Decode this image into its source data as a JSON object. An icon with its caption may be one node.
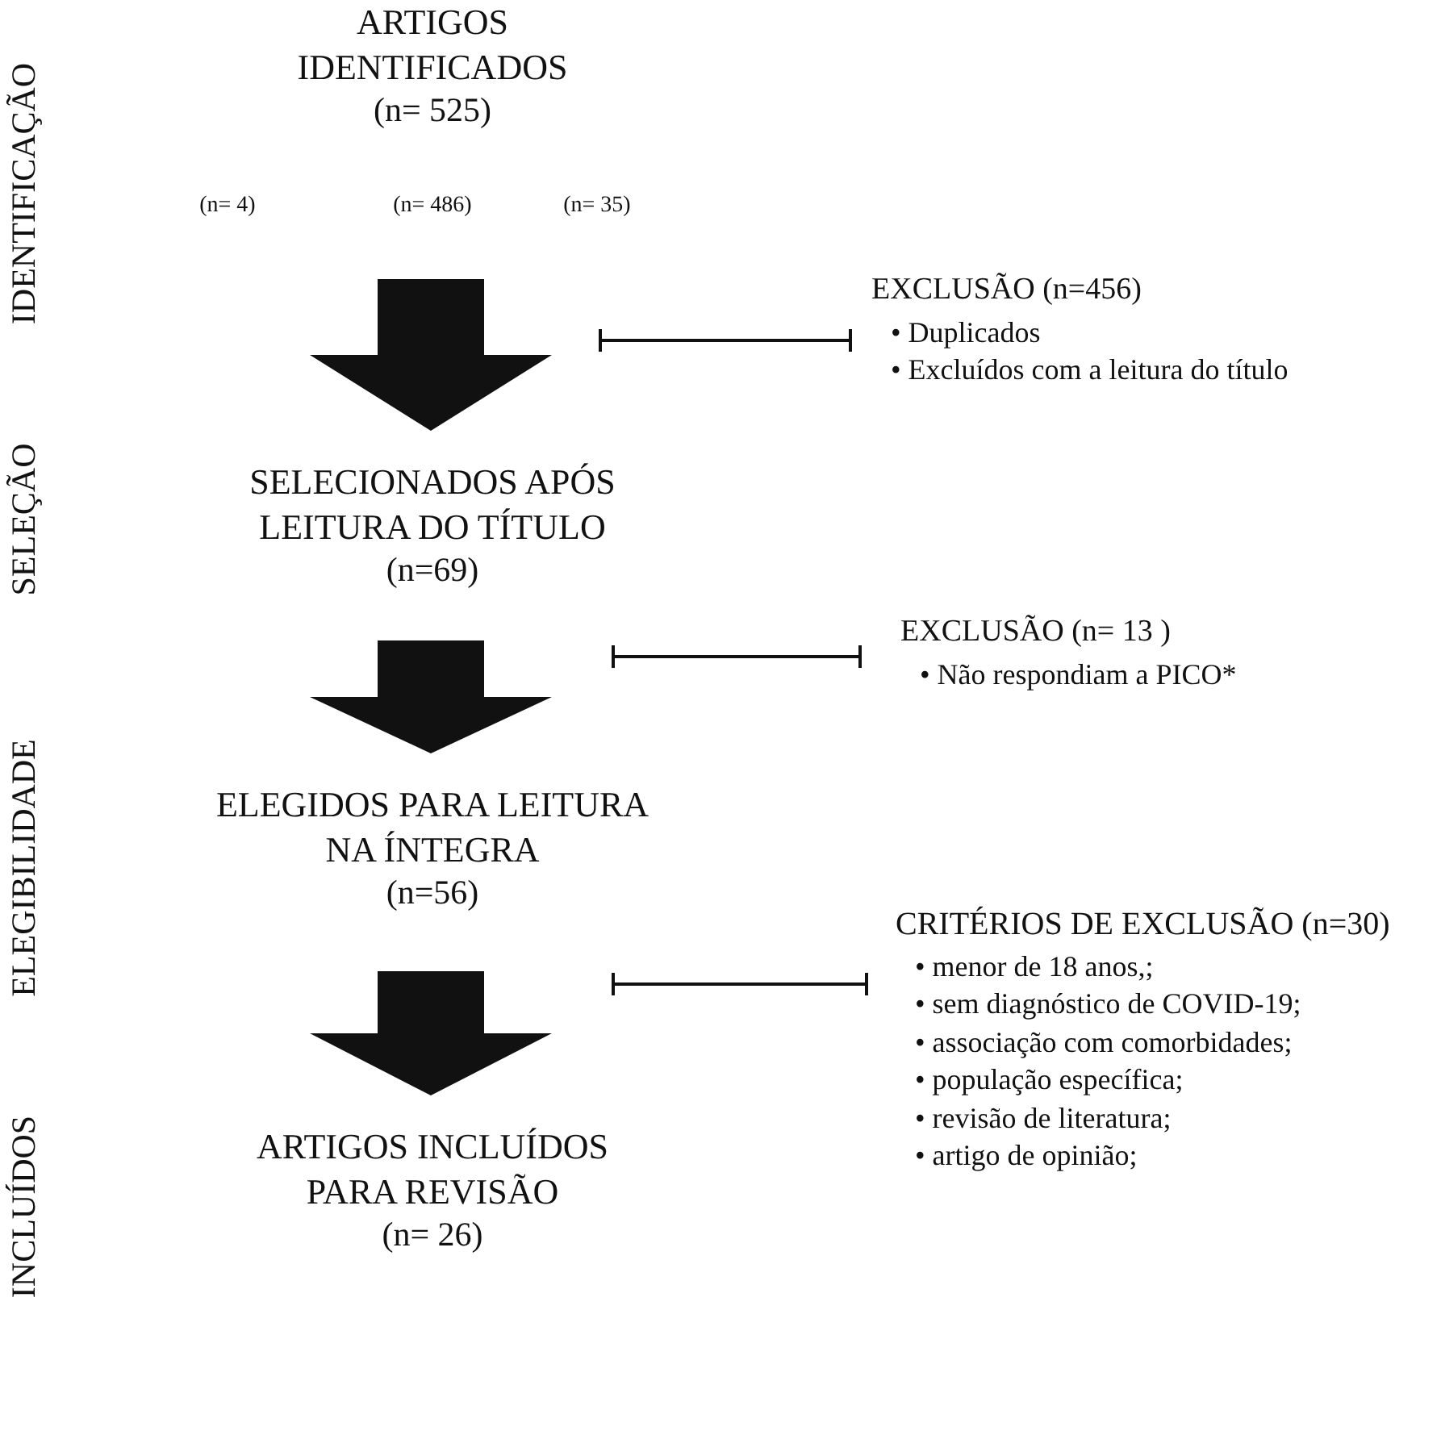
{
  "diagram": {
    "nodes": [
      {
        "text": [
          "ARTIGOS IDENTIFICADOS",
          "(n= 525)"
        ]
      },
      {
        "text": [
          "SELECIONADOS APÓS LEITURA DO TÍTULO",
          "(n=69)"
        ]
      },
      {
        "text": [
          "ELEGIDOS PARA LEITURA NA ÍNTEGRA",
          "(n=56)"
        ]
      },
      {
        "text": [
          "ARTIGOS INCLUÍDOS PARA REVISÃO",
          "(n= 26)"
        ]
      },
      {
        "text": [
          "EXCLUSÃO (n=456)",
          "• Duplicados",
          "• Excluídos com a leitura do título"
        ]
      },
      {
        "text": [
          "EXCLUSÃO (n= 13 )",
          "• Não respondiam a PICO*"
        ]
      },
      {
        "text": [
          "CRITÉRIOS DE EXCLUSÃO (n=30)",
          "• menor de 18 anos,;",
          "• sem diagnóstico de COVID-19;",
          "• associação com comorbidades;",
          "• população específica;",
          "• revisão de literatura;",
          "• artigo de opinião;"
        ]
      }
    ],
    "edges": [
      {
        "from": 0,
        "to": 1,
        "arrow": "to",
        "style": "thick"
      },
      {
        "from": 1,
        "to": 2,
        "arrow": "to",
        "style": "thick"
      },
      {
        "from": 2,
        "to": 3,
        "arrow": "to",
        "style": "thick"
      },
      {
        "from": null,
        "to": 4,
        "arrow": "other"
      },
      {
        "from": null,
        "to": 5,
        "arrow": "other"
      },
      {
        "from": null,
        "to": 6,
        "arrow": "other"
      }
    ],
    "labels": [
      "IDENTIFICAÇÃO",
      "(n= 4)",
      "(n= 486)",
      "(n= 35)",
      "SELEÇÃO",
      "ELEGIBILIDADE",
      "INCLUÍDOS"
    ]
  }
}
